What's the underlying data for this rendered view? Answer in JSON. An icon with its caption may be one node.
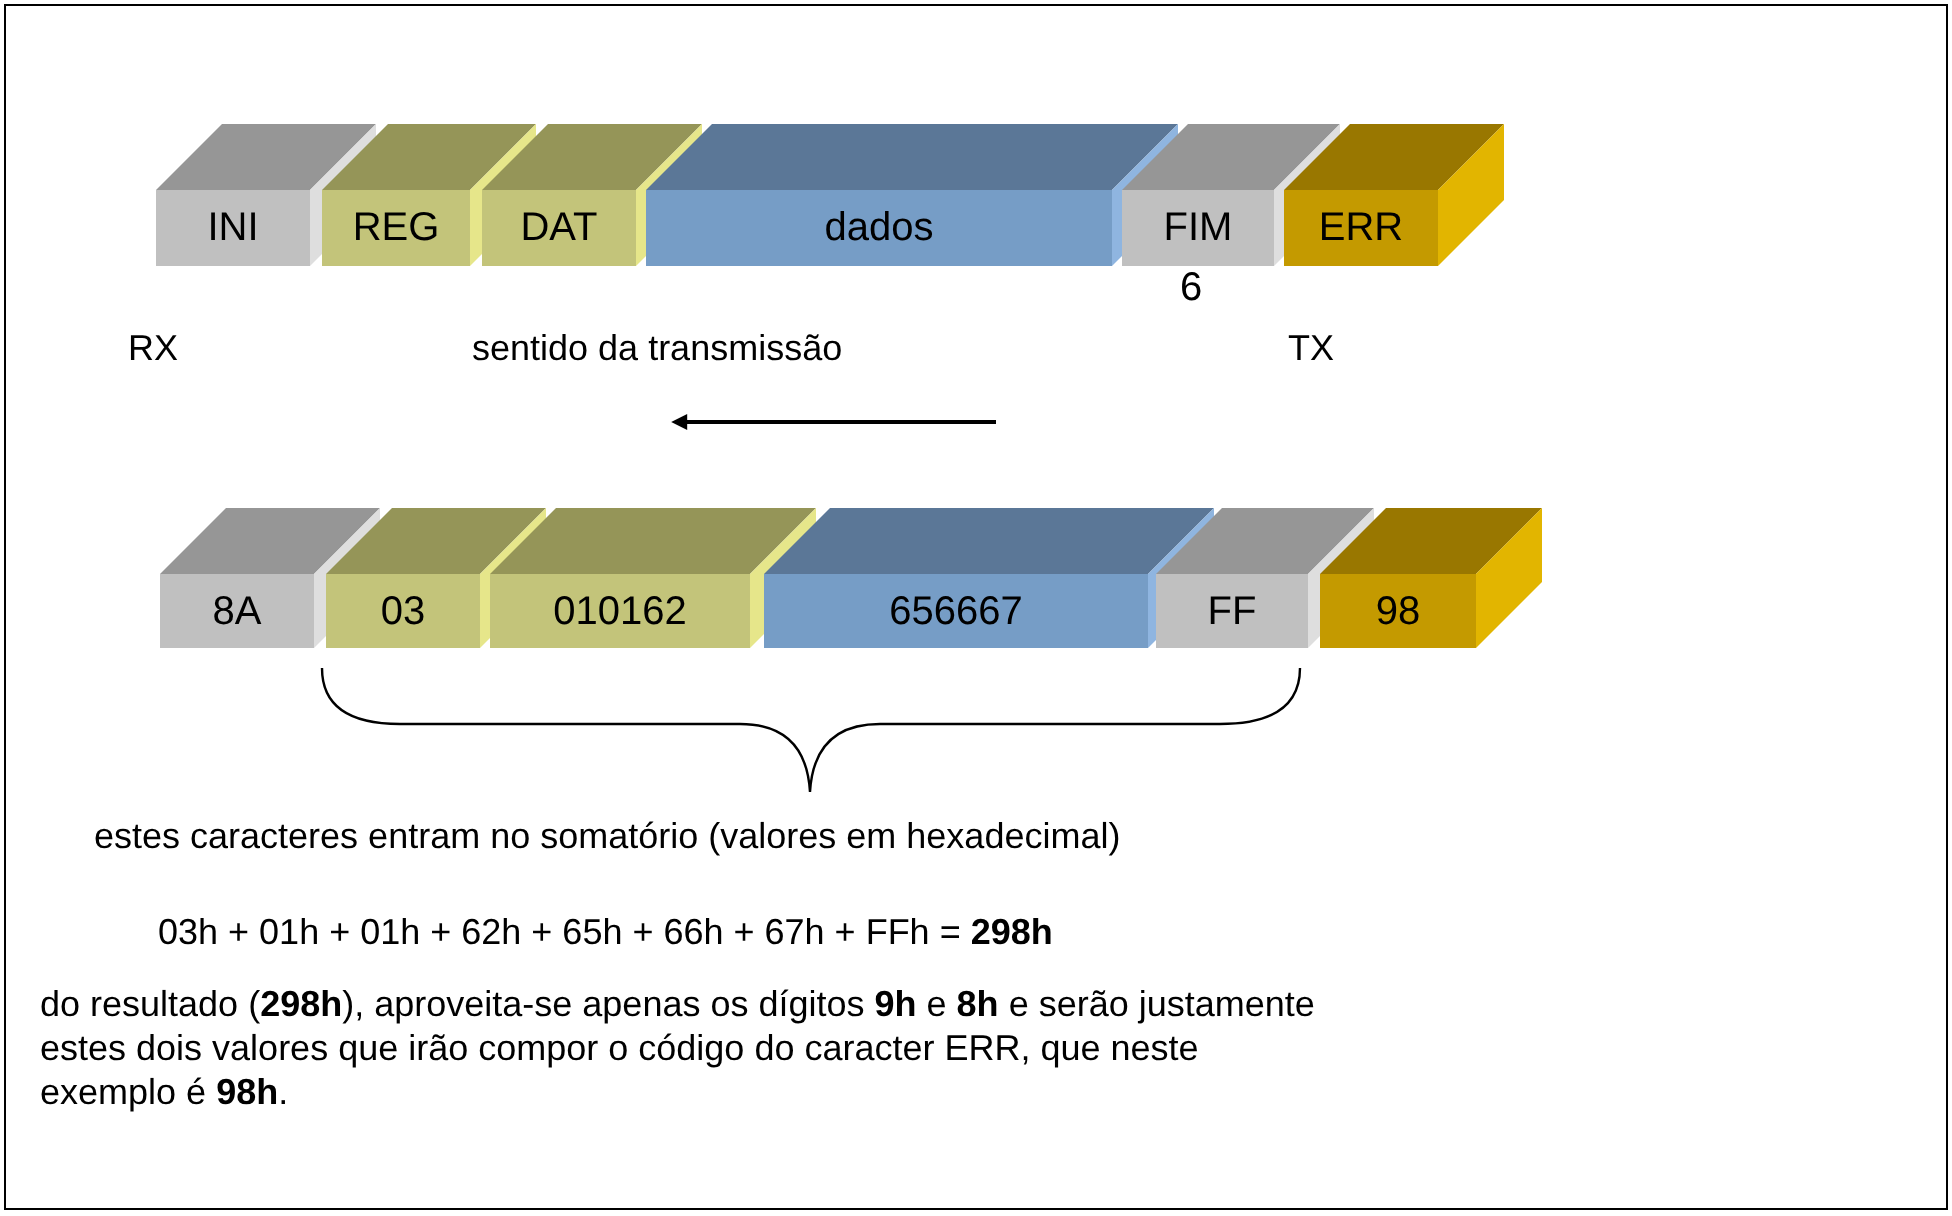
{
  "diagram": {
    "nodes": [
      {
        "text": [
          "INI"
        ]
      },
      {
        "text": [
          "REG"
        ]
      },
      {
        "text": [
          "DAT"
        ]
      },
      {
        "text": [
          "dados"
        ]
      },
      {
        "text": [
          "FIM"
        ]
      },
      {
        "text": [
          "ERR"
        ]
      },
      {
        "text": [
          "8A"
        ]
      },
      {
        "text": [
          "03"
        ]
      },
      {
        "text": [
          "010162"
        ]
      },
      {
        "text": [
          "656667"
        ]
      },
      {
        "text": [
          "FF"
        ]
      },
      {
        "text": [
          "98"
        ]
      }
    ],
    "labels": [
      "6",
      "RX",
      "sentido da transmissão",
      "TX",
      "estes caracteres entram no somatório (valores em hexadecimal)",
      "03h + 01h + 01h + 62h + 65h + 66h + 67h + FFh = **298h**",
      "do resultado (**298h**), aproveita-se apenas os dígitos **9h** e **8h** e serão justamente estes dois valores que irão compor o código do caracter ERR, que neste exemplo é **98h**."
    ]
  }
}
